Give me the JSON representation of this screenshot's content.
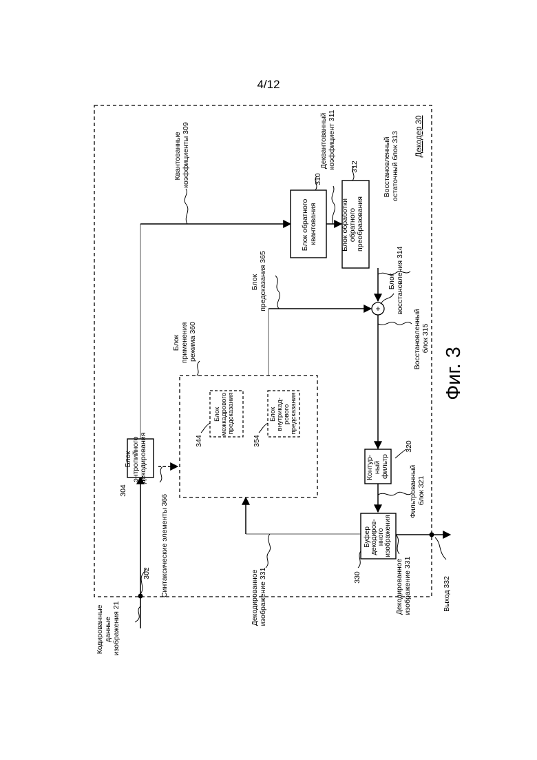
{
  "page": {
    "number": "4/12"
  },
  "figure": {
    "label": "Фиг. 3"
  },
  "decoder": {
    "label": "Декодер 30"
  },
  "inputs": {
    "encoded_data": [
      "Кодированные",
      "данные",
      "изображения 21"
    ],
    "ref_302": "302"
  },
  "entropy": {
    "ref": "304",
    "lines": [
      "Блок",
      "энтропийного",
      "декодирования"
    ]
  },
  "syntax": {
    "label": "Синтаксические элементы 366"
  },
  "quant": {
    "lines": [
      "Квантованные",
      "коэффициенты 309"
    ]
  },
  "inv_quant": {
    "ref": "310",
    "lines": [
      "Блок обратного",
      "квантования"
    ]
  },
  "dequant": {
    "lines": [
      "Деквантованный",
      "коэффициент 311"
    ]
  },
  "inv_transform": {
    "ref": "312",
    "lines": [
      "Блок обработки",
      "обратного",
      "преобразования"
    ]
  },
  "residual": {
    "lines": [
      "Восстановленный",
      "остаточный блок 313"
    ]
  },
  "reconstruction": {
    "symbol": "+",
    "lines": [
      "Блок",
      "восстановления 314"
    ]
  },
  "prediction": {
    "lines": [
      "Блок",
      "предсказания 365"
    ]
  },
  "mode": {
    "lines": [
      "Блок",
      "применения",
      "режима 360"
    ]
  },
  "inter": {
    "ref": "344",
    "lines": [
      "Блок",
      "межкадрового",
      "предсказания"
    ]
  },
  "intra": {
    "ref": "354",
    "lines": [
      "Блок",
      "внутрикад-",
      "рового",
      "предсказания"
    ]
  },
  "recon_block": {
    "lines": [
      "Восстановленный",
      "блок 315"
    ]
  },
  "loop_filter": {
    "ref": "320",
    "lines": [
      "Контур-",
      "ный",
      "фильтр"
    ]
  },
  "filtered": {
    "lines": [
      "Фильтрованный",
      "блок 321"
    ]
  },
  "dpb": {
    "ref": "330",
    "lines": [
      "Буфер",
      "декодиров-",
      "нного",
      "изображения"
    ]
  },
  "decoded_feedback": {
    "lines": [
      "Декодированное",
      "изображение 331"
    ]
  },
  "decoded_output": {
    "lines": [
      "Декодированное",
      "изображение 331"
    ]
  },
  "output": {
    "label": "Выход 332"
  }
}
